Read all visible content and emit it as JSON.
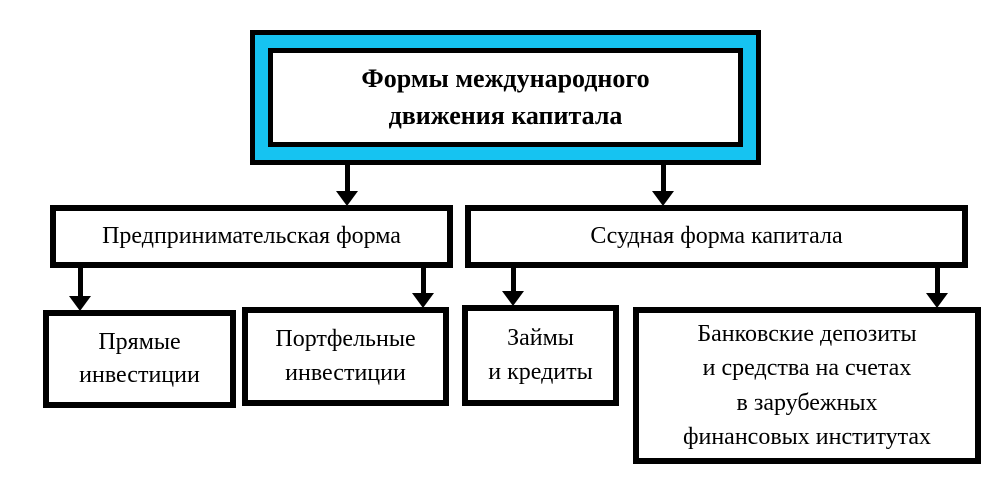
{
  "diagram": {
    "type": "hierarchy-flowchart",
    "language": "ru",
    "colors": {
      "highlight": "#16C3F1",
      "border": "#000000",
      "background": "#FFFFFF"
    },
    "nodes": {
      "root": {
        "id": "root",
        "lines": [
          "Формы международного",
          "движения капитала"
        ],
        "full_label": "Формы международного движения капитала"
      },
      "entrepreneurial": {
        "id": "entrepreneurial",
        "label": "Предпринимательская форма"
      },
      "loan_form": {
        "id": "loan_form",
        "label": "Ссудная форма капитала"
      },
      "direct": {
        "id": "direct",
        "lines": [
          "Прямые",
          "инвестиции"
        ],
        "full_label": "Прямые инвестиции"
      },
      "portfolio": {
        "id": "portfolio",
        "lines": [
          "Портфельные",
          "инвестиции"
        ],
        "full_label": "Портфельные инвестиции"
      },
      "loans_credits": {
        "id": "loans_credits",
        "lines": [
          "Займы",
          "и кредиты"
        ],
        "full_label": "Займы и кредиты"
      },
      "bank_deposits": {
        "id": "bank_deposits",
        "lines": [
          "Банковские депозиты",
          "и средства на счетах",
          "в зарубежных",
          "финансовых институтах"
        ],
        "full_label": "Банковские депозиты и средства на счетах в зарубежных финансовых институтах"
      }
    },
    "edges": [
      {
        "from": "root",
        "to": "entrepreneurial"
      },
      {
        "from": "root",
        "to": "loan_form"
      },
      {
        "from": "entrepreneurial",
        "to": "direct"
      },
      {
        "from": "entrepreneurial",
        "to": "portfolio"
      },
      {
        "from": "loan_form",
        "to": "loans_credits"
      },
      {
        "from": "loan_form",
        "to": "bank_deposits"
      }
    ]
  }
}
